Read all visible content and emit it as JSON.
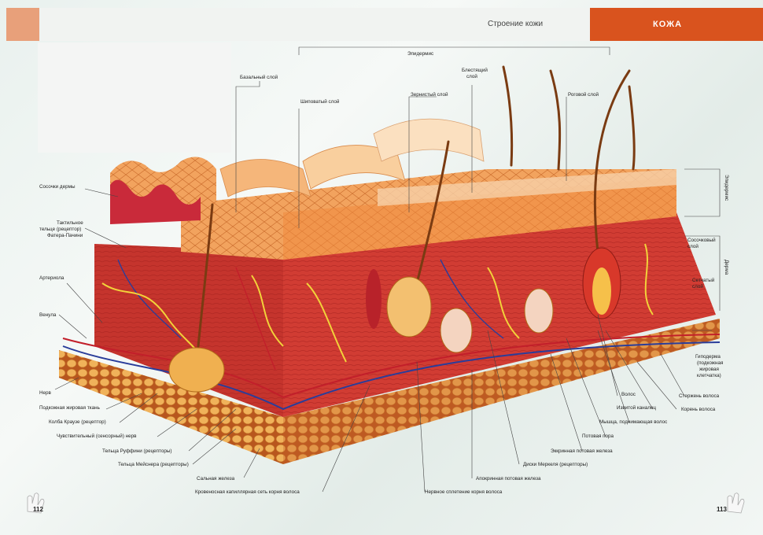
{
  "header": {
    "section": "Строение кожи",
    "chapter": "КОЖА"
  },
  "labels": {
    "epidermis_top": "Эпидермис",
    "basal_layer": "Базальный слой",
    "blestyashchiy_1": "Блестящий",
    "blestyashchiy_2": "слой",
    "spinous_layer": "Шиповатый слой",
    "granular_layer": "Зернистый слой",
    "horny_layer": "Роговой слой",
    "papillae": "Сосочки дермы",
    "tactile_1": "Тактильное",
    "tactile_2": "тельце (рецептор)",
    "tactile_3": "Фатера-Пачини",
    "arteriole": "Артериола",
    "venule": "Венула",
    "nerve": "Нерв",
    "subcutaneous": "Подкожная жировая ткань",
    "krause": "Колба Краузе (рецептор)",
    "sensory_nerve": "Чувствительный (сенсорный) нерв",
    "ruffini": "Тельца Руффини (рецепторы)",
    "meissner": "Тельца Мейснера (рецепторы)",
    "sebaceous": "Сальная железа",
    "capillary_net": "Кровеносная капиллярная сеть корня волоса",
    "nerve_plexus": "Нервное сплетение корня волоса",
    "apocrine": "Апокринная потовая железа",
    "merkel": "Диски Меркеля (рецепторы)",
    "eccrine": "Эккринная потовая железа",
    "sweat_pore": "Потовая пора",
    "arrector": "Мышца, поднимающая волос",
    "twisted_canal": "Извитой каналец",
    "hair": "Волос",
    "hair_root": "Корень волоса",
    "hair_shaft": "Стержень волоса",
    "hypodermis_1": "Гиподерма",
    "hypodermis_2": "(подкожная",
    "hypodermis_3": "жировая",
    "hypodermis_4": "клетчатка)",
    "reticular_1": "Сетчатый",
    "reticular_2": "слой",
    "papillary_1": "Сосочковый",
    "papillary_2": "слой",
    "epidermis_side": "Эпидермис",
    "dermis_side": "Дерма"
  },
  "page_numbers": {
    "left": "112",
    "right": "113"
  },
  "colors": {
    "accent": "#d9531e",
    "accent_light": "#e8a07a",
    "dermis": "#c8322c",
    "epidermis": "#f0a060",
    "fat": "#e49a3e",
    "artery": "#c21f2a",
    "vein": "#2a3d9a",
    "nerve": "#f2d23a"
  }
}
